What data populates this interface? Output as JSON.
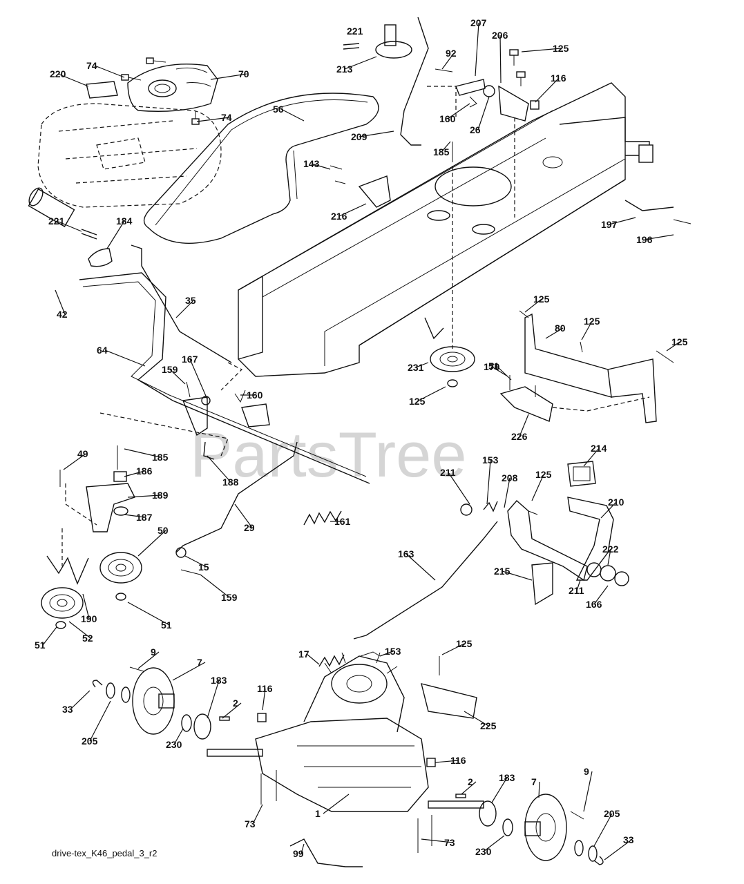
{
  "diagram": {
    "watermark": "PartsTree",
    "caption": "drive-tex_K46_pedal_3_r2",
    "callouts": [
      "220",
      "74",
      "70",
      "74",
      "56",
      "221",
      "213",
      "207",
      "206",
      "125",
      "92",
      "116",
      "160",
      "26",
      "209",
      "185",
      "143",
      "216",
      "197",
      "196",
      "221",
      "184",
      "42",
      "35",
      "64",
      "159",
      "167",
      "160",
      "125",
      "80",
      "125",
      "125",
      "170",
      "231",
      "125",
      "51",
      "226",
      "49",
      "185",
      "186",
      "188",
      "189",
      "187",
      "50",
      "161",
      "29",
      "214",
      "153",
      "211",
      "208",
      "125",
      "210",
      "163",
      "222",
      "215",
      "211",
      "166",
      "15",
      "159",
      "190",
      "52",
      "51",
      "51",
      "9",
      "7",
      "17",
      "153",
      "125",
      "183",
      "116",
      "2",
      "33",
      "205",
      "230",
      "225",
      "116",
      "2",
      "183",
      "7",
      "9",
      "205",
      "33",
      "1",
      "73",
      "73",
      "230",
      "99"
    ]
  }
}
